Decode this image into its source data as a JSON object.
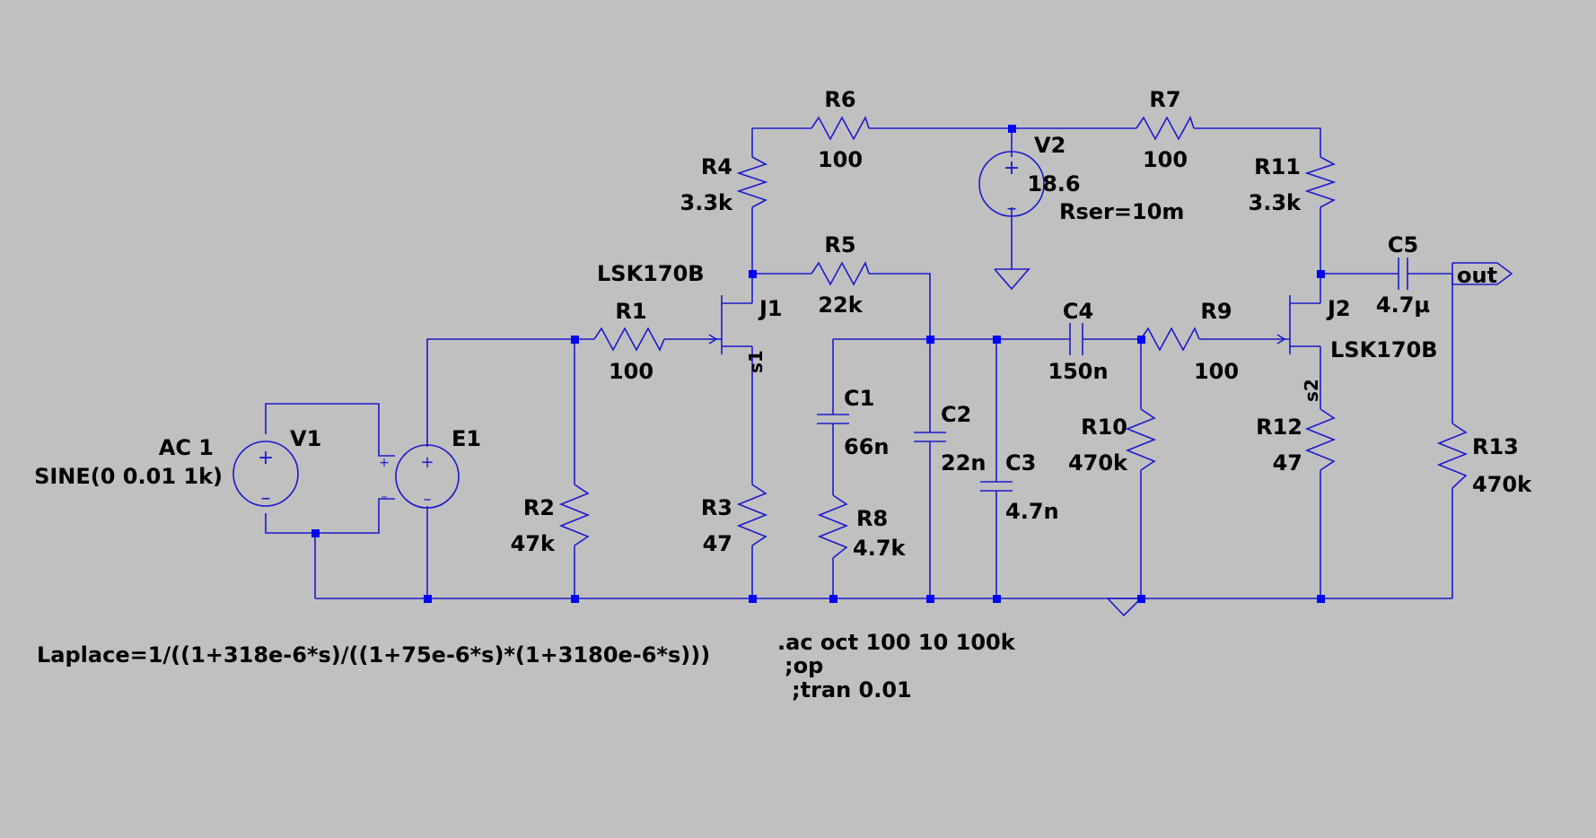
{
  "palette": {
    "background": "#c0c0c0",
    "wire": "#1a1acc",
    "node": "#0000ff",
    "text": "#000000"
  },
  "components": {
    "R1": {
      "name": "R1",
      "value": "100"
    },
    "R2": {
      "name": "R2",
      "value": "47k"
    },
    "R3": {
      "name": "R3",
      "value": "47"
    },
    "R4": {
      "name": "R4",
      "value": "3.3k"
    },
    "R5": {
      "name": "R5",
      "value": "22k"
    },
    "R6": {
      "name": "R6",
      "value": "100"
    },
    "R7": {
      "name": "R7",
      "value": "100"
    },
    "R8": {
      "name": "R8",
      "value": "4.7k"
    },
    "R9": {
      "name": "R9",
      "value": "100"
    },
    "R10": {
      "name": "R10",
      "value": "470k"
    },
    "R11": {
      "name": "R11",
      "value": "3.3k"
    },
    "R12": {
      "name": "R12",
      "value": "47"
    },
    "R13": {
      "name": "R13",
      "value": "470k"
    },
    "C1": {
      "name": "C1",
      "value": "66n"
    },
    "C2": {
      "name": "C2",
      "value": "22n"
    },
    "C3": {
      "name": "C3",
      "value": "4.7n"
    },
    "C4": {
      "name": "C4",
      "value": "150n"
    },
    "C5": {
      "name": "C5",
      "value": "4.7µ"
    },
    "J1": {
      "name": "J1",
      "model": "LSK170B",
      "net": "s1"
    },
    "J2": {
      "name": "J2",
      "model": "LSK170B",
      "net": "s2"
    },
    "V1": {
      "name": "V1",
      "ac": "AC 1",
      "source": "SINE(0 0.01 1k)"
    },
    "V2": {
      "name": "V2",
      "value": "18.6",
      "rser": "Rser=10m"
    },
    "E1": {
      "name": "E1",
      "laplace": "Laplace=1/((1+318e-6*s)/((1+75e-6*s)*(1+3180e-6*s)))"
    }
  },
  "ports": {
    "out": "out"
  },
  "directives": [
    ".ac oct 100 10 100k",
    ";op",
    ";tran 0.01"
  ]
}
